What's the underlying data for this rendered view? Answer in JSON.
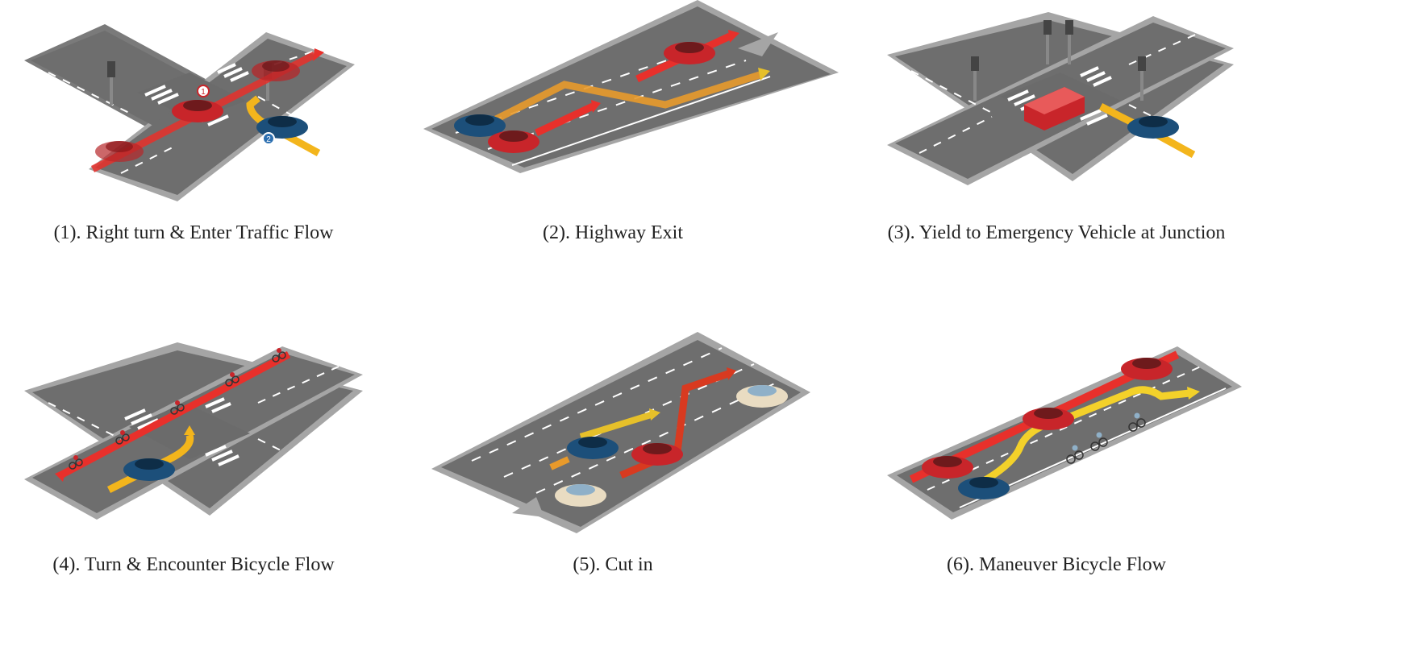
{
  "scenarios": [
    {
      "caption": "(1). Right turn & Enter Traffic Flow",
      "markers": [
        "1",
        "2"
      ]
    },
    {
      "caption": "(2). Highway Exit"
    },
    {
      "caption": "(3). Yield to Emergency Vehicle at Junction"
    },
    {
      "caption": "(4). Turn & Encounter Bicycle Flow"
    },
    {
      "caption": "(5). Cut in"
    },
    {
      "caption": "(6). Maneuver Bicycle Flow"
    }
  ],
  "colors": {
    "asphalt": "#6e6e6e",
    "curb": "#a9a9a9",
    "lane_marking": "#ffffff",
    "red_car": "#c8252a",
    "blue_car": "#1c4f7a",
    "white_car": "#e9dcc2",
    "red_path": "#e8302b",
    "yellow_path": "#f3b51c"
  }
}
